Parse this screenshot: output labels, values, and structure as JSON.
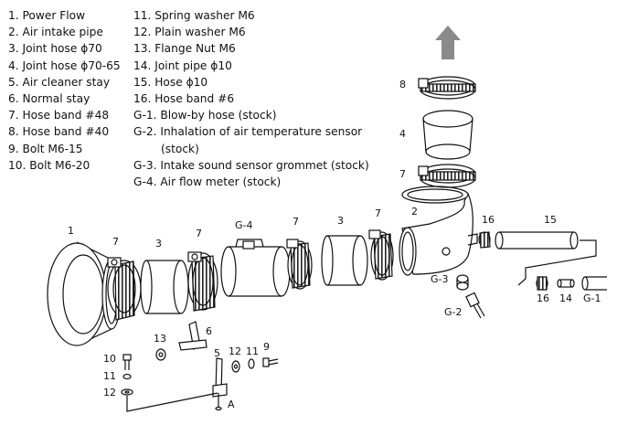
{
  "legend": {
    "left": [
      "1. Power Flow",
      "2. Air intake pipe",
      "3. Joint hose ϕ70",
      "4. Joint hose ϕ70-65",
      "5. Air cleaner stay",
      "6. Normal stay",
      "7. Hose band #48",
      "8. Hose band #40",
      "9. Bolt M6-15",
      "10. Bolt M6-20"
    ],
    "right": [
      "11. Spring washer M6",
      "12. Plain washer M6",
      "13. Flange Nut M6",
      "14. Joint pipe ϕ10",
      "15. Hose ϕ10",
      "16. Hose band #6",
      "G-1. Blow-by hose (stock)",
      "G-2. Inhalation of air temperature sensor",
      "(stock)",
      "G-3. Intake sound sensor grommet (stock)",
      "G-4. Air flow meter (stock)"
    ]
  },
  "callouts": {
    "c1": "1",
    "c7a": "7",
    "c3a": "3",
    "c7b": "7",
    "cG4": "G-4",
    "c7c": "7",
    "c3b": "3",
    "c7d": "7",
    "c2": "2",
    "c16a": "16",
    "c15": "15",
    "c8": "8",
    "c4": "4",
    "c7e": "7",
    "cG3": "G-3",
    "cG2": "G-2",
    "c16b": "16",
    "c14": "14",
    "cG1": "G-1",
    "c13": "13",
    "c6": "6",
    "c5": "5",
    "c12a": "12",
    "c11a": "11",
    "c9": "9",
    "c10": "10",
    "c11b": "11",
    "c12b": "12",
    "cA": "A"
  }
}
